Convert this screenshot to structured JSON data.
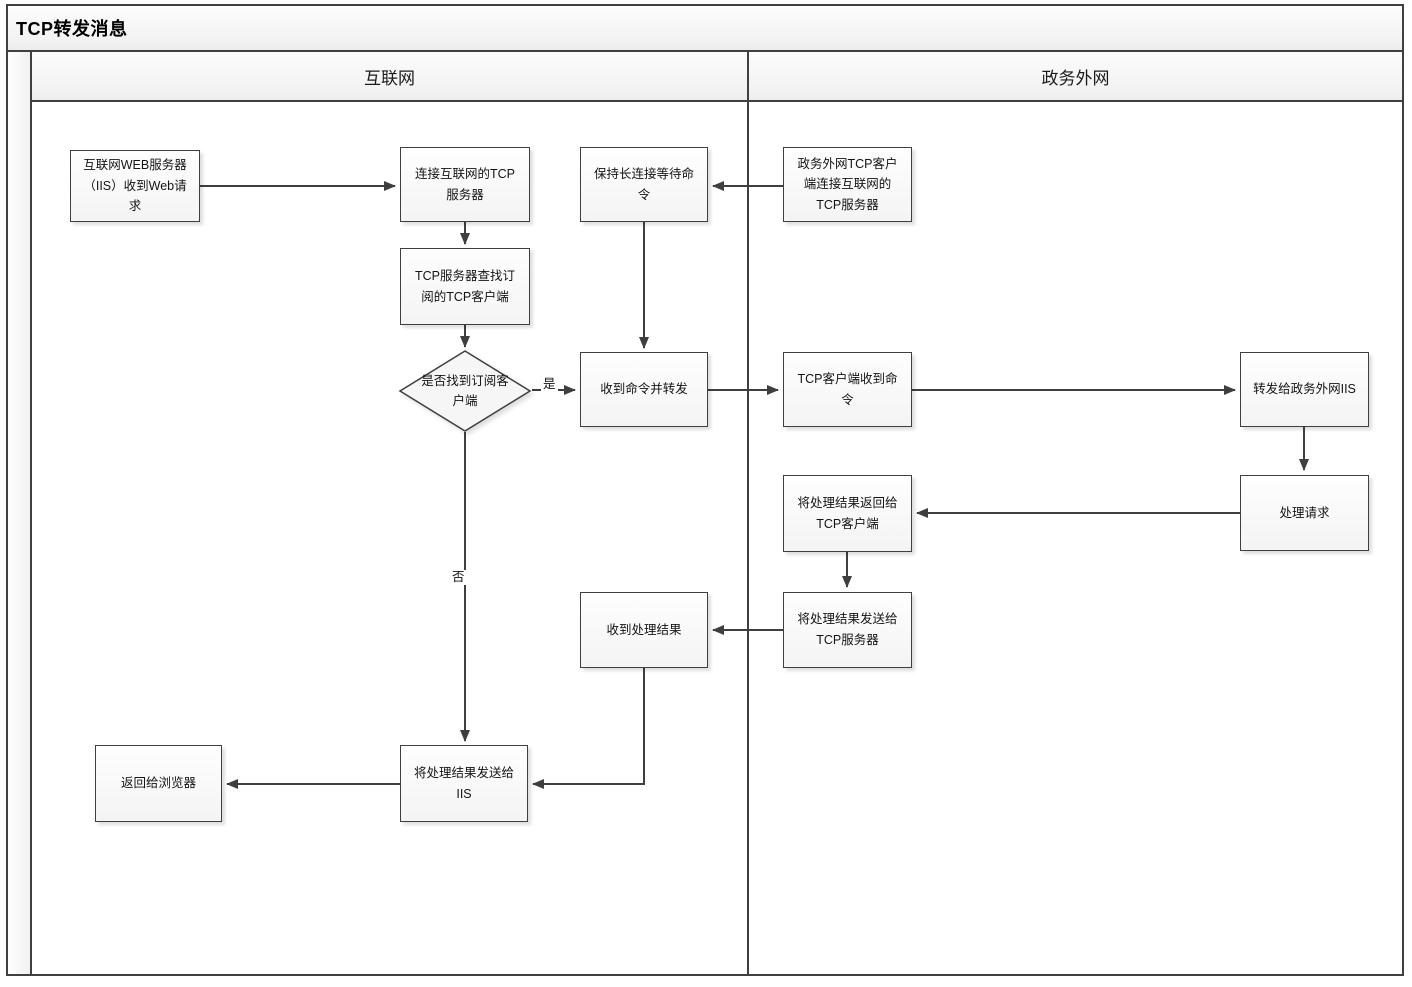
{
  "title": "TCP转发消息",
  "lanes": [
    {
      "label": "互联网"
    },
    {
      "label": "政务外网"
    }
  ],
  "nodes": {
    "web_server": {
      "label": "互联网WEB服务器（IIS）收到Web请求",
      "lane": "互联网",
      "shape": "process"
    },
    "connect_tcp": {
      "label": "连接互联网的TCP服务器",
      "lane": "互联网",
      "shape": "process"
    },
    "find_client": {
      "label": "TCP服务器查找订阅的TCP客户端",
      "lane": "互联网",
      "shape": "process"
    },
    "decision_found": {
      "label": "是否找到订阅客户端",
      "lane": "互联网",
      "shape": "decision"
    },
    "keep_alive": {
      "label": "保持长连接等待命令",
      "lane": "互联网",
      "shape": "process"
    },
    "forward_cmd": {
      "label": "收到命令并转发",
      "lane": "互联网",
      "shape": "process"
    },
    "recv_result": {
      "label": "收到处理结果",
      "lane": "互联网",
      "shape": "process"
    },
    "send_to_iis": {
      "label": "将处理结果发送给IIS",
      "lane": "互联网",
      "shape": "process"
    },
    "return_browser": {
      "label": "返回给浏览器",
      "lane": "互联网",
      "shape": "process"
    },
    "gov_connect": {
      "label": "政务外网TCP客户端连接互联网的TCP服务器",
      "lane": "政务外网",
      "shape": "process"
    },
    "client_recv_cmd": {
      "label": "TCP客户端收到命令",
      "lane": "政务外网",
      "shape": "process"
    },
    "forward_gov_iis": {
      "label": "转发给政务外网IIS",
      "lane": "政务外网",
      "shape": "process"
    },
    "handle_request": {
      "label": "处理请求",
      "lane": "政务外网",
      "shape": "process"
    },
    "return_result": {
      "label": "将处理结果返回给TCP客户端",
      "lane": "政务外网",
      "shape": "process"
    },
    "send_tcp_server": {
      "label": "将处理结果发送给TCP服务器",
      "lane": "政务外网",
      "shape": "process"
    }
  },
  "edge_labels": {
    "yes": "是",
    "no": "否"
  },
  "edges": [
    {
      "from": "web_server",
      "to": "connect_tcp"
    },
    {
      "from": "connect_tcp",
      "to": "find_client"
    },
    {
      "from": "find_client",
      "to": "decision_found"
    },
    {
      "from": "decision_found",
      "to": "forward_cmd",
      "label": "是"
    },
    {
      "from": "decision_found",
      "to": "send_to_iis",
      "label": "否"
    },
    {
      "from": "gov_connect",
      "to": "keep_alive"
    },
    {
      "from": "keep_alive",
      "to": "forward_cmd"
    },
    {
      "from": "forward_cmd",
      "to": "client_recv_cmd"
    },
    {
      "from": "client_recv_cmd",
      "to": "forward_gov_iis"
    },
    {
      "from": "forward_gov_iis",
      "to": "handle_request"
    },
    {
      "from": "handle_request",
      "to": "return_result"
    },
    {
      "from": "return_result",
      "to": "send_tcp_server"
    },
    {
      "from": "send_tcp_server",
      "to": "recv_result"
    },
    {
      "from": "recv_result",
      "to": "send_to_iis"
    },
    {
      "from": "send_to_iis",
      "to": "return_browser"
    }
  ],
  "colors": {
    "line": "#3f3f3f",
    "border": "#404040",
    "box_fill": "#f7f7f7",
    "header_fill": "#f2f2f2",
    "text": "#141414"
  }
}
